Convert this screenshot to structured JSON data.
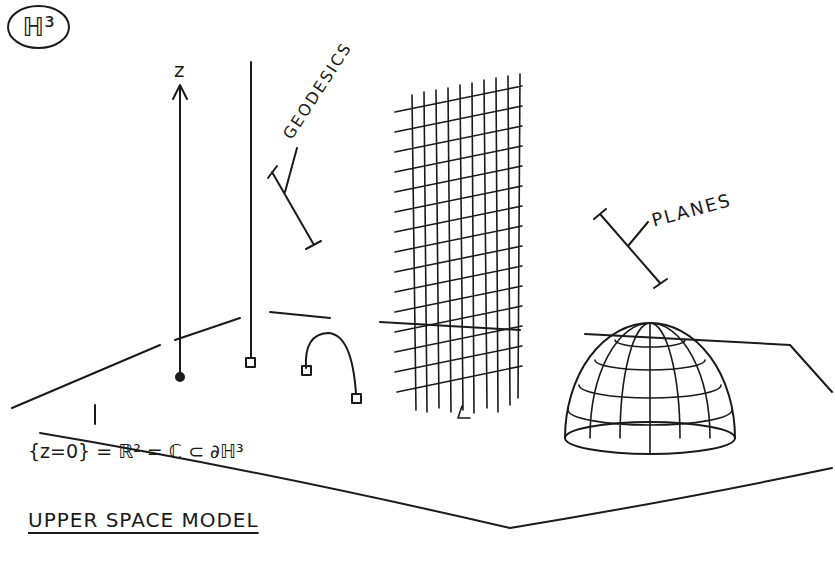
{
  "diagram": {
    "caption": "UPPER SPACE MODEL",
    "nodes": [
      {
        "text": [
          "ℍ³"
        ]
      }
    ],
    "labels": [
      "z",
      "GEODESICS",
      "PLANES",
      "{z=0} = ℝ² = ℂ ⊂ ∂ℍ³"
    ]
  }
}
